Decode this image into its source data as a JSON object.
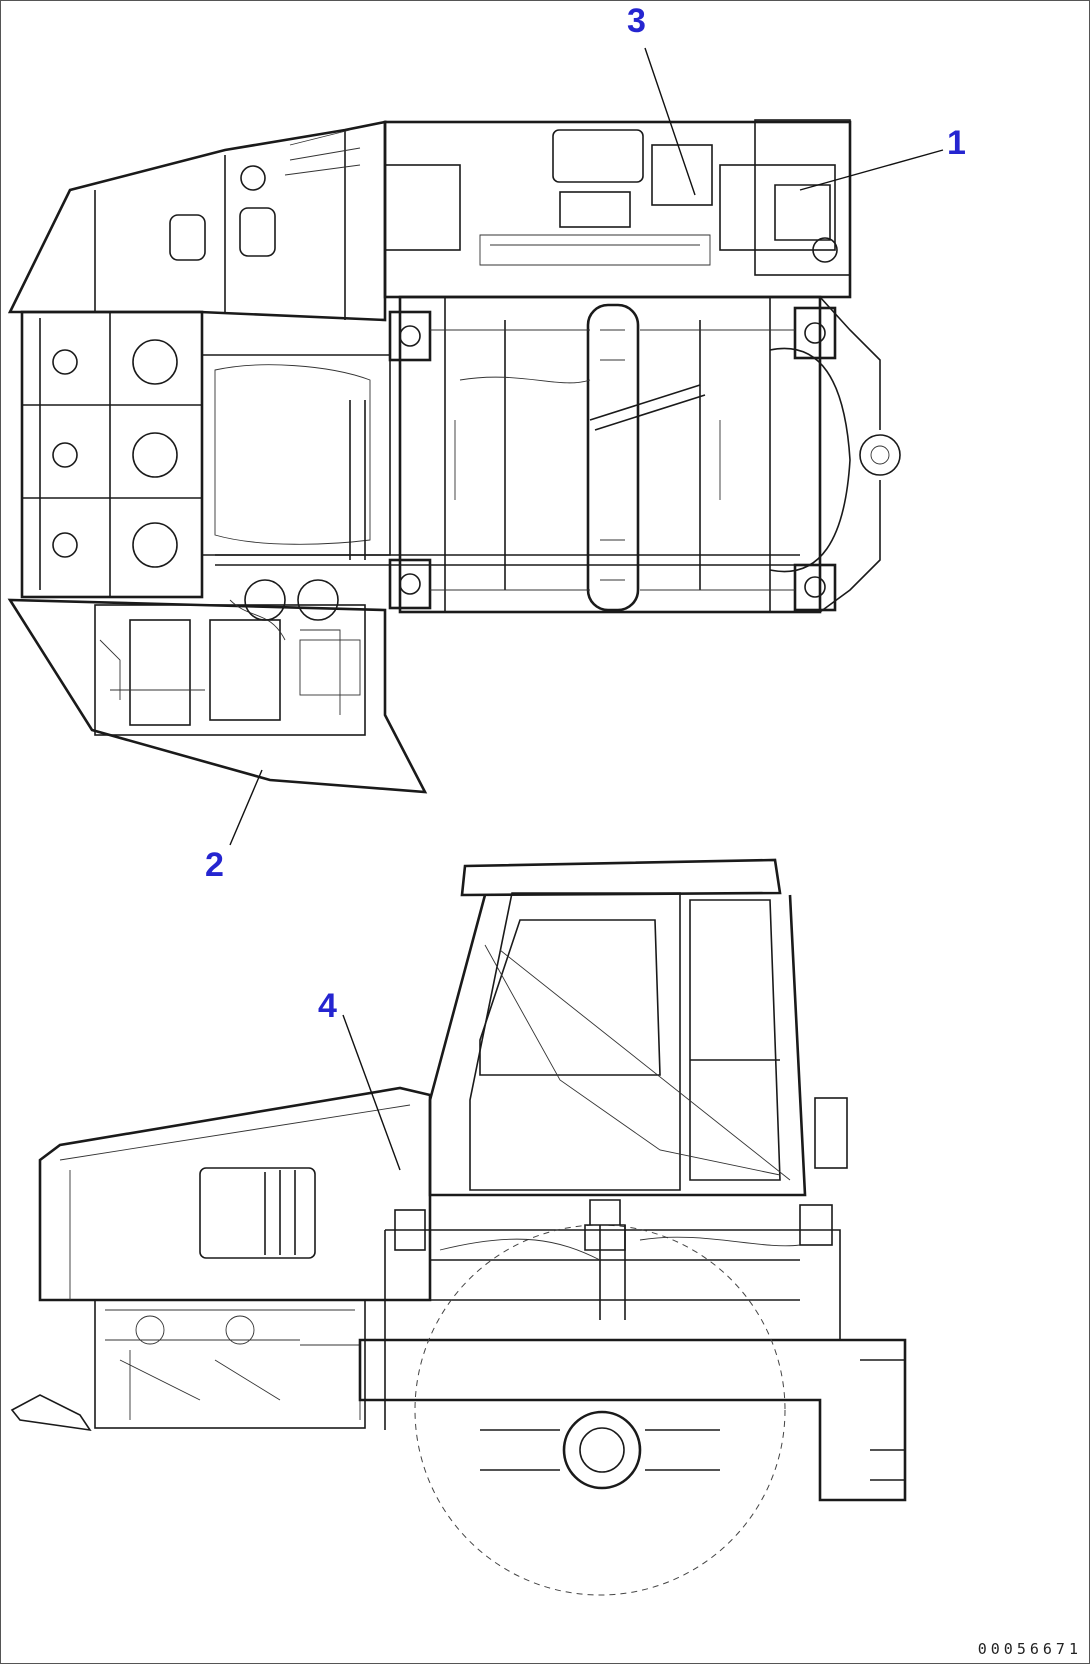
{
  "callouts": [
    {
      "id": "1",
      "label": "1"
    },
    {
      "id": "2",
      "label": "2"
    },
    {
      "id": "3",
      "label": "3"
    },
    {
      "id": "4",
      "label": "4"
    }
  ],
  "document_id": "00056671",
  "colors": {
    "callout": "#2525d0",
    "line": "#1a1a1a",
    "background": "#ffffff"
  }
}
